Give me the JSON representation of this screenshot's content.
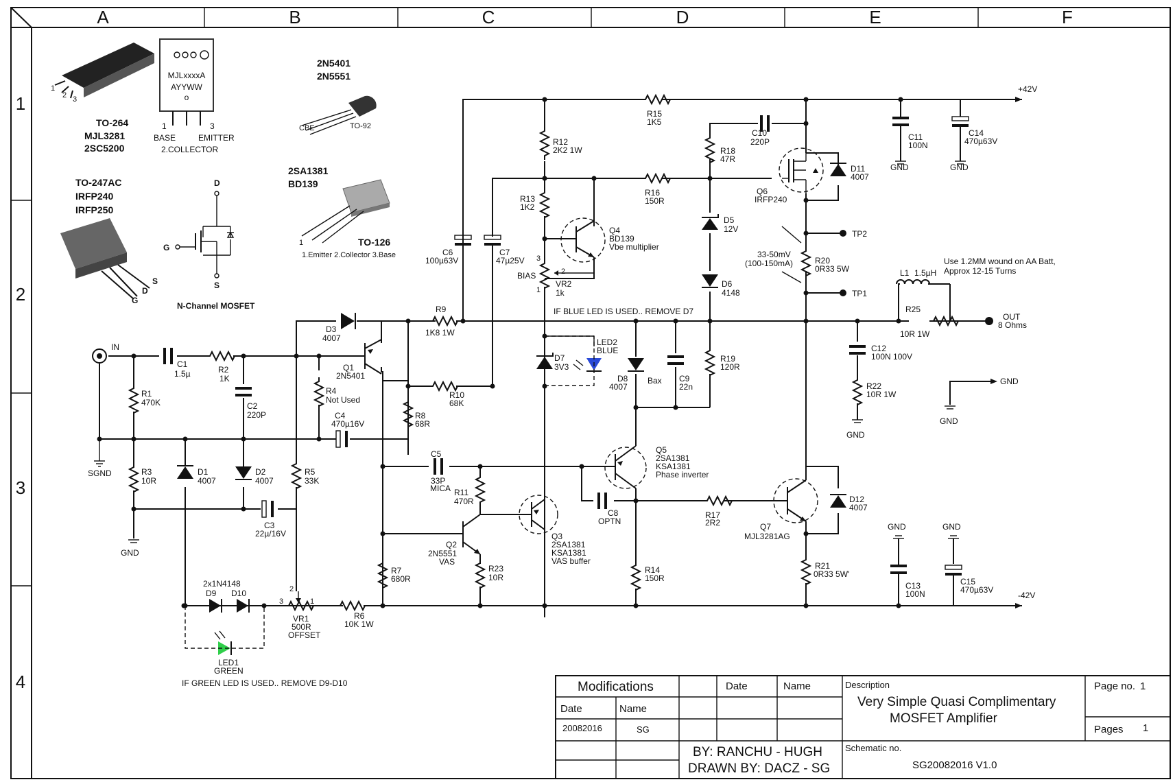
{
  "columns": [
    "A",
    "B",
    "C",
    "D",
    "E",
    "F"
  ],
  "rows": [
    "1",
    "2",
    "3",
    "4"
  ],
  "packages": {
    "to264": {
      "pins_num": [
        "1",
        "2",
        "3"
      ],
      "marking1": "MJLxxxxA",
      "marking2": "AYYWW",
      "marking3": "o",
      "name": "TO-264",
      "part1": "MJL3281",
      "part2": "2SC5200",
      "pin1": "1",
      "pin3": "3",
      "base": "BASE",
      "emitter": "EMITTER",
      "collector": "2.COLLECTOR"
    },
    "to92": {
      "part1": "2N5401",
      "part2": "2N5551",
      "name": "TO-92",
      "pins": "CBE"
    },
    "to126": {
      "part1": "2SA1381",
      "part2": "BD139",
      "name": "TO-126",
      "pin1": "1",
      "pins": "1.Emitter  2.Collector  3.Base"
    },
    "to247": {
      "name": "TO-247AC",
      "part1": "IRFP240",
      "part2": "IRFP250",
      "s": "S",
      "d": "D",
      "g": "G"
    },
    "mosfet": {
      "d": "D",
      "g": "G",
      "s": "S",
      "caption": "N-Channel MOSFET"
    }
  },
  "components": [
    {
      "id": "c1",
      "name": "C1",
      "value": "1.5µ"
    },
    {
      "id": "r2",
      "name": "R2",
      "value": "1K"
    },
    {
      "id": "c2",
      "name": "C2",
      "value": "220P"
    },
    {
      "id": "r1",
      "name": "R1",
      "value": "470K"
    },
    {
      "id": "r3",
      "name": "R3",
      "value": "10R"
    },
    {
      "id": "d1",
      "name": "D1",
      "value": "4007"
    },
    {
      "id": "d2",
      "name": "D2",
      "value": "4007"
    },
    {
      "id": "c3",
      "name": "C3",
      "value": "22µ/16V"
    },
    {
      "id": "r4",
      "name": "R4",
      "value": "Not Used"
    },
    {
      "id": "c4",
      "name": "C4",
      "value": "470µ16V"
    },
    {
      "id": "r5",
      "name": "R5",
      "value": "33K"
    },
    {
      "id": "d3",
      "name": "D3",
      "value": "4007"
    },
    {
      "id": "q1",
      "name": "Q1",
      "value": "2N5401"
    },
    {
      "id": "r8",
      "name": "R8",
      "value": "68R"
    },
    {
      "id": "r9",
      "name": "R9",
      "value": "1K8 1W"
    },
    {
      "id": "r10",
      "name": "R10",
      "value": "68K"
    },
    {
      "id": "c6",
      "name": "C6",
      "value": "100µ63V"
    },
    {
      "id": "c7",
      "name": "C7",
      "value": "47µ25V"
    },
    {
      "id": "r12",
      "name": "R12",
      "value": "2K2 1W"
    },
    {
      "id": "r13",
      "name": "R13",
      "value": "1K2"
    },
    {
      "id": "q4",
      "name": "Q4",
      "value": "BD139",
      "extra": "Vbe multiplier"
    },
    {
      "id": "vr2",
      "name": "VR2",
      "value": "1k"
    },
    {
      "id": "d7",
      "name": "D7",
      "value": "3V3"
    },
    {
      "id": "led2",
      "name": "LED2",
      "value": "BLUE"
    },
    {
      "id": "r15",
      "name": "R15",
      "value": "1K5"
    },
    {
      "id": "r16",
      "name": "R16",
      "value": "150R"
    },
    {
      "id": "r18",
      "name": "R18",
      "value": "47R"
    },
    {
      "id": "c10",
      "name": "C10",
      "value": "220P"
    },
    {
      "id": "d5",
      "name": "D5",
      "value": "12V"
    },
    {
      "id": "d6",
      "name": "D6",
      "value": "4148"
    },
    {
      "id": "q6",
      "name": "Q6",
      "value": "IRFP240"
    },
    {
      "id": "d11",
      "name": "D11",
      "value": "4007"
    },
    {
      "id": "c11",
      "name": "C11",
      "value": "100N"
    },
    {
      "id": "c14",
      "name": "C14",
      "value": "470µ63V"
    },
    {
      "id": "r20",
      "name": "R20",
      "value": "0R33 5W"
    },
    {
      "id": "l1",
      "name": "L1",
      "value": "1.5µH"
    },
    {
      "id": "r25",
      "name": "R25",
      "value": "10R 1W"
    },
    {
      "id": "c12",
      "name": "C12",
      "value": "100N 100V"
    },
    {
      "id": "r22",
      "name": "R22",
      "value": "10R 1W"
    },
    {
      "id": "d8",
      "name": "D8",
      "value": "4007"
    },
    {
      "id": "c9",
      "name": "C9",
      "value": "22n"
    },
    {
      "id": "r19",
      "name": "R19",
      "value": "120R"
    },
    {
      "id": "c5",
      "name": "C5",
      "value": "33P",
      "extra": "MICA"
    },
    {
      "id": "r11",
      "name": "R11",
      "value": "470R"
    },
    {
      "id": "q2",
      "name": "Q2",
      "value": "2N5551",
      "extra": "VAS"
    },
    {
      "id": "r23",
      "name": "R23",
      "value": "10R"
    },
    {
      "id": "q3",
      "name": "Q3",
      "value": "2SA1381",
      "extra": "KSA1381",
      "extra2": "VAS buffer"
    },
    {
      "id": "q5",
      "name": "Q5",
      "value": "2SA1381",
      "extra": "KSA1381",
      "extra2": "Phase inverter"
    },
    {
      "id": "c8",
      "name": "C8",
      "value": "OPTN"
    },
    {
      "id": "r17",
      "name": "R17",
      "value": "2R2"
    },
    {
      "id": "q7",
      "name": "Q7",
      "value": "MJL3281AG"
    },
    {
      "id": "d12",
      "name": "D12",
      "value": "4007"
    },
    {
      "id": "r21",
      "name": "R21",
      "value": "0R33 5W'"
    },
    {
      "id": "r14",
      "name": "R14",
      "value": "150R"
    },
    {
      "id": "r7",
      "name": "R7",
      "value": "680R"
    },
    {
      "id": "c13",
      "name": "C13",
      "value": "100N"
    },
    {
      "id": "c15",
      "name": "C15",
      "value": "470µ63V"
    },
    {
      "id": "r6",
      "name": "R6",
      "value": "10K 1W"
    },
    {
      "id": "vr1",
      "name": "VR1",
      "value": "500R",
      "extra": "OFFSET"
    },
    {
      "id": "led1",
      "name": "LED1",
      "value": "GREEN"
    }
  ],
  "labels": {
    "in": "IN",
    "sgnd": "SGND",
    "gnd": "GND",
    "bias": "BIAS",
    "bax": "Bax",
    "pos_rail": "+42V",
    "neg_rail": "-42V",
    "out": "OUT",
    "out_load": "8 Ohms",
    "tp1": "TP1",
    "tp2": "TP2",
    "bias_mv": "33-50mV",
    "bias_ma": "(100-150mA)",
    "coil_note1": "Use 1.2MM wound on AA Batt,",
    "coil_note2": "Approx 12-15 Turns",
    "blue_led_note": "IF BLUE LED IS USED.. REMOVE D7",
    "green_led_note": "IF GREEN LED IS USED.. REMOVE D9-D10",
    "d9d10": "2x1N4148",
    "d9": "D9",
    "d10": "D10",
    "vr2_pin1": "1",
    "vr2_pin2": "2",
    "vr2_pin3": "3",
    "vr1_pin1": "1",
    "vr1_pin2": "2",
    "vr1_pin3": "3"
  },
  "title_block": {
    "modifications": "Modifications",
    "date_hdr": "Date",
    "name_hdr": "Name",
    "date_hdr2": "Date",
    "name_hdr2": "Name",
    "mod_date": "20082016",
    "mod_name": "SG",
    "description_hdr": "Description",
    "description1": "Very Simple Quasi Complimentary",
    "description2": "MOSFET Amplifier",
    "page_no_label": "Page no.",
    "page_no": "1",
    "pages_label": "Pages",
    "pages": "1",
    "by": "BY: RANCHU - HUGH",
    "drawn_by": "DRAWN BY: DACZ - SG",
    "schematic_no_label": "Schematic no.",
    "schematic_no": "SG20082016 V1.0"
  }
}
